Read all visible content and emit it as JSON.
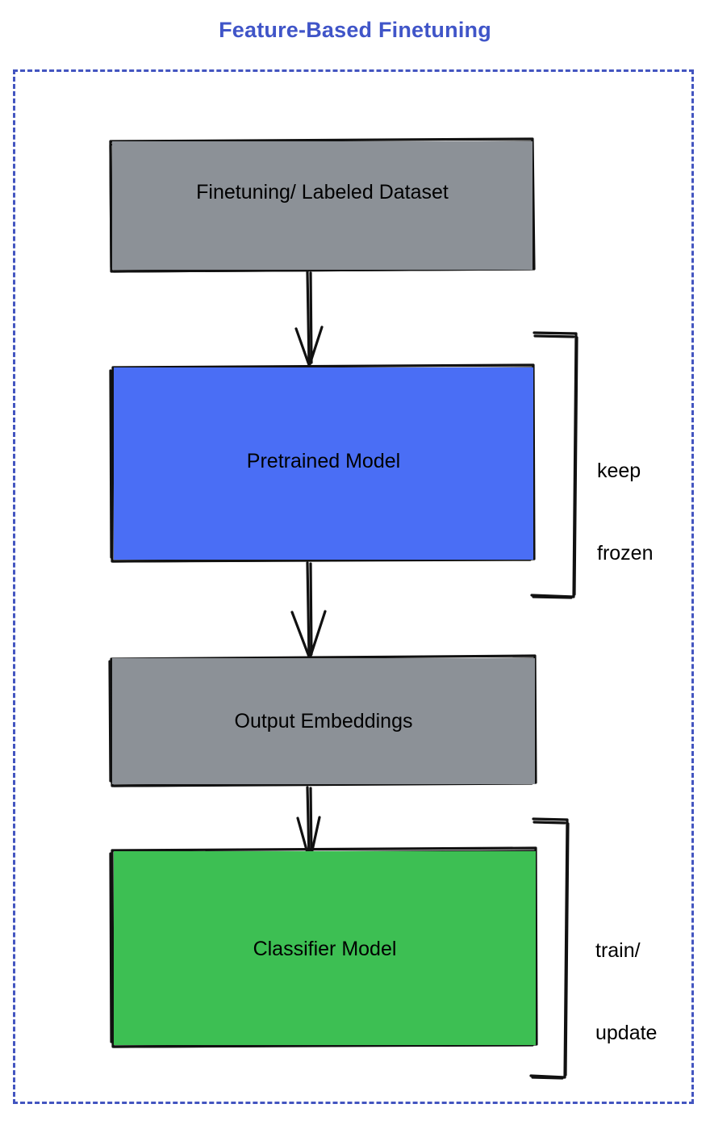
{
  "title": "Feature-Based Finetuning",
  "colors": {
    "title_text": "#4055c8",
    "frame_border": "#4355c0",
    "gray_fill": "#8c9197",
    "blue_fill": "#4a6ef5",
    "green_fill": "#3dbf53",
    "stroke": "#111111",
    "background": "#ffffff"
  },
  "nodes": [
    {
      "id": "dataset",
      "label": "Finetuning/ Labeled Dataset",
      "fill": "#8c9197"
    },
    {
      "id": "pretrained",
      "label": "Pretrained Model",
      "fill": "#4a6ef5"
    },
    {
      "id": "embeddings",
      "label": "Output Embeddings",
      "fill": "#8c9197"
    },
    {
      "id": "classifier",
      "label": "Classifier Model",
      "fill": "#3dbf53"
    }
  ],
  "annotations": [
    {
      "id": "keep-frozen",
      "line1": "keep",
      "line2": "frozen",
      "target": "pretrained"
    },
    {
      "id": "train-update",
      "line1": "train/",
      "line2": "update",
      "target": "classifier"
    }
  ],
  "edges": [
    {
      "from": "dataset",
      "to": "pretrained"
    },
    {
      "from": "pretrained",
      "to": "embeddings"
    },
    {
      "from": "embeddings",
      "to": "classifier"
    }
  ]
}
